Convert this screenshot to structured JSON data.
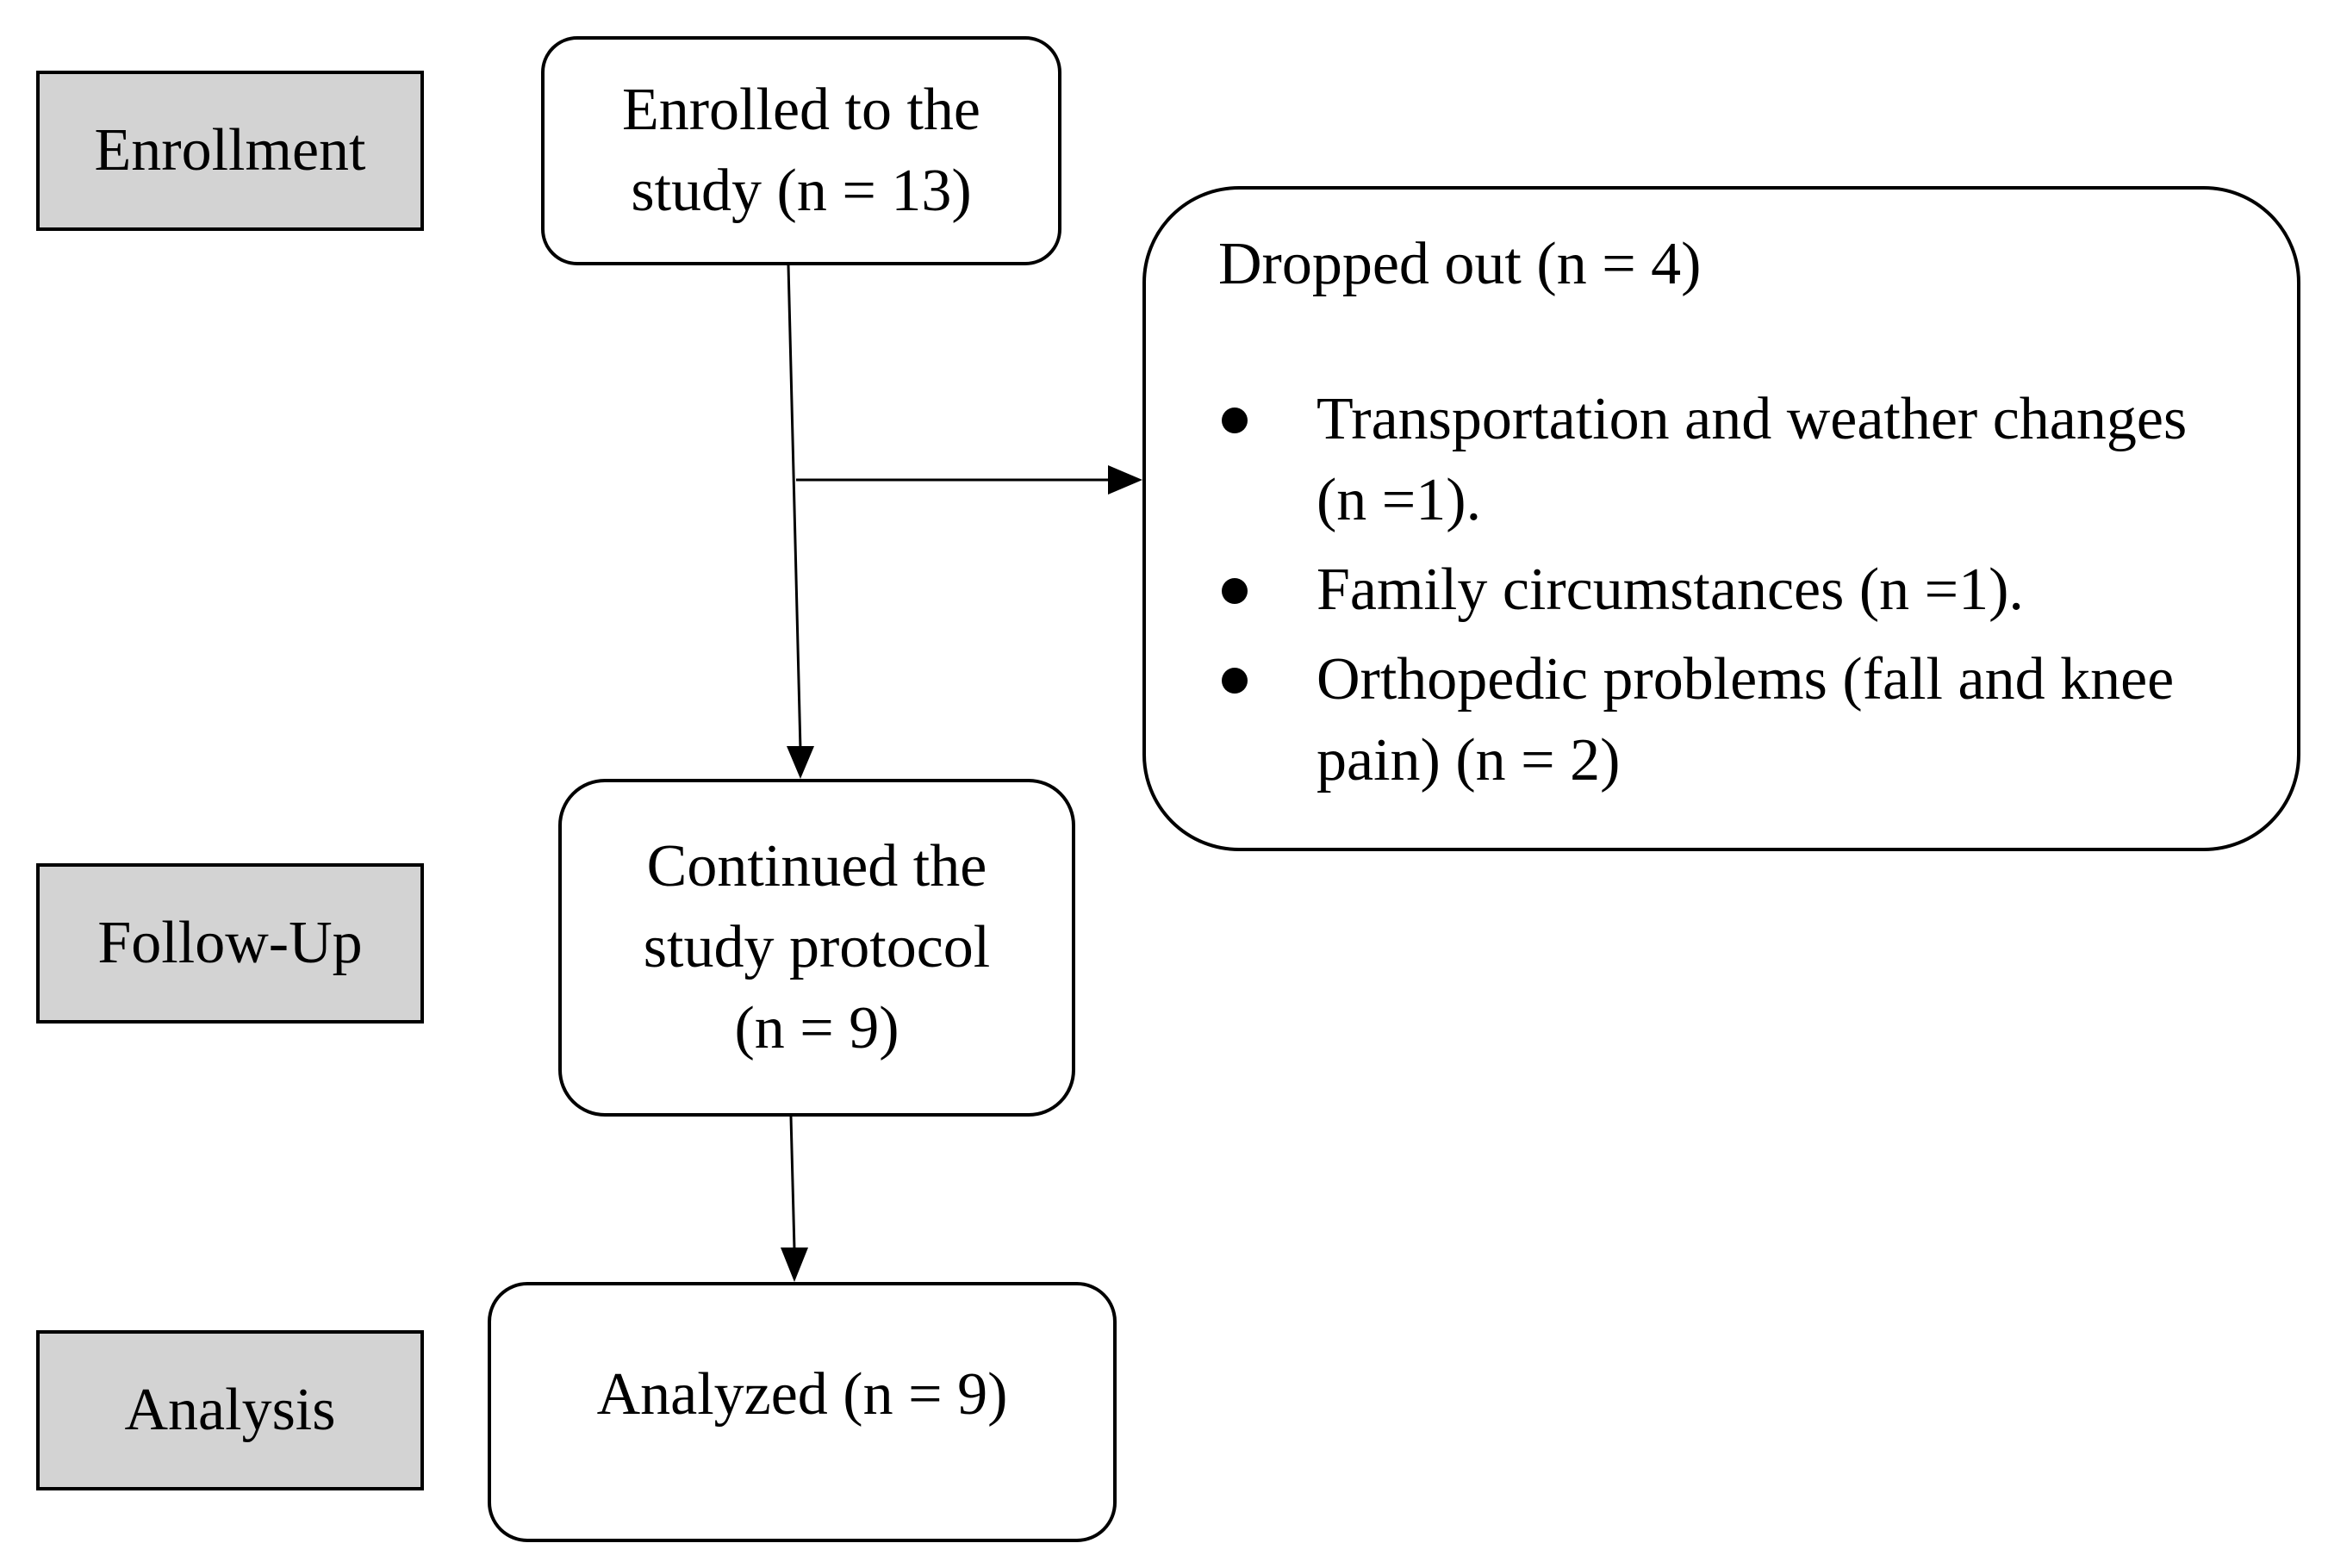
{
  "stages": {
    "enrollment": "Enrollment",
    "follow_up": "Follow-Up",
    "analysis": "Analysis"
  },
  "boxes": {
    "enrolled": {
      "line1": "Enrolled to the",
      "line2": "study (n = 13)"
    },
    "dropped": {
      "title": "Dropped out (n = 4)",
      "reasons": [
        "Transportation and weather changes (n =1).",
        "Family circumstances (n =1).",
        "Orthopedic problems (fall and knee pain) (n = 2)"
      ]
    },
    "continued": {
      "line1": "Continued the",
      "line2": "study protocol",
      "line3": "(n = 9)"
    },
    "analyzed": {
      "line1": "Analyzed (n = 9)"
    }
  },
  "colors": {
    "stage_fill": "#d3d3d3",
    "stroke": "#000000",
    "box_fill": "#ffffff"
  }
}
